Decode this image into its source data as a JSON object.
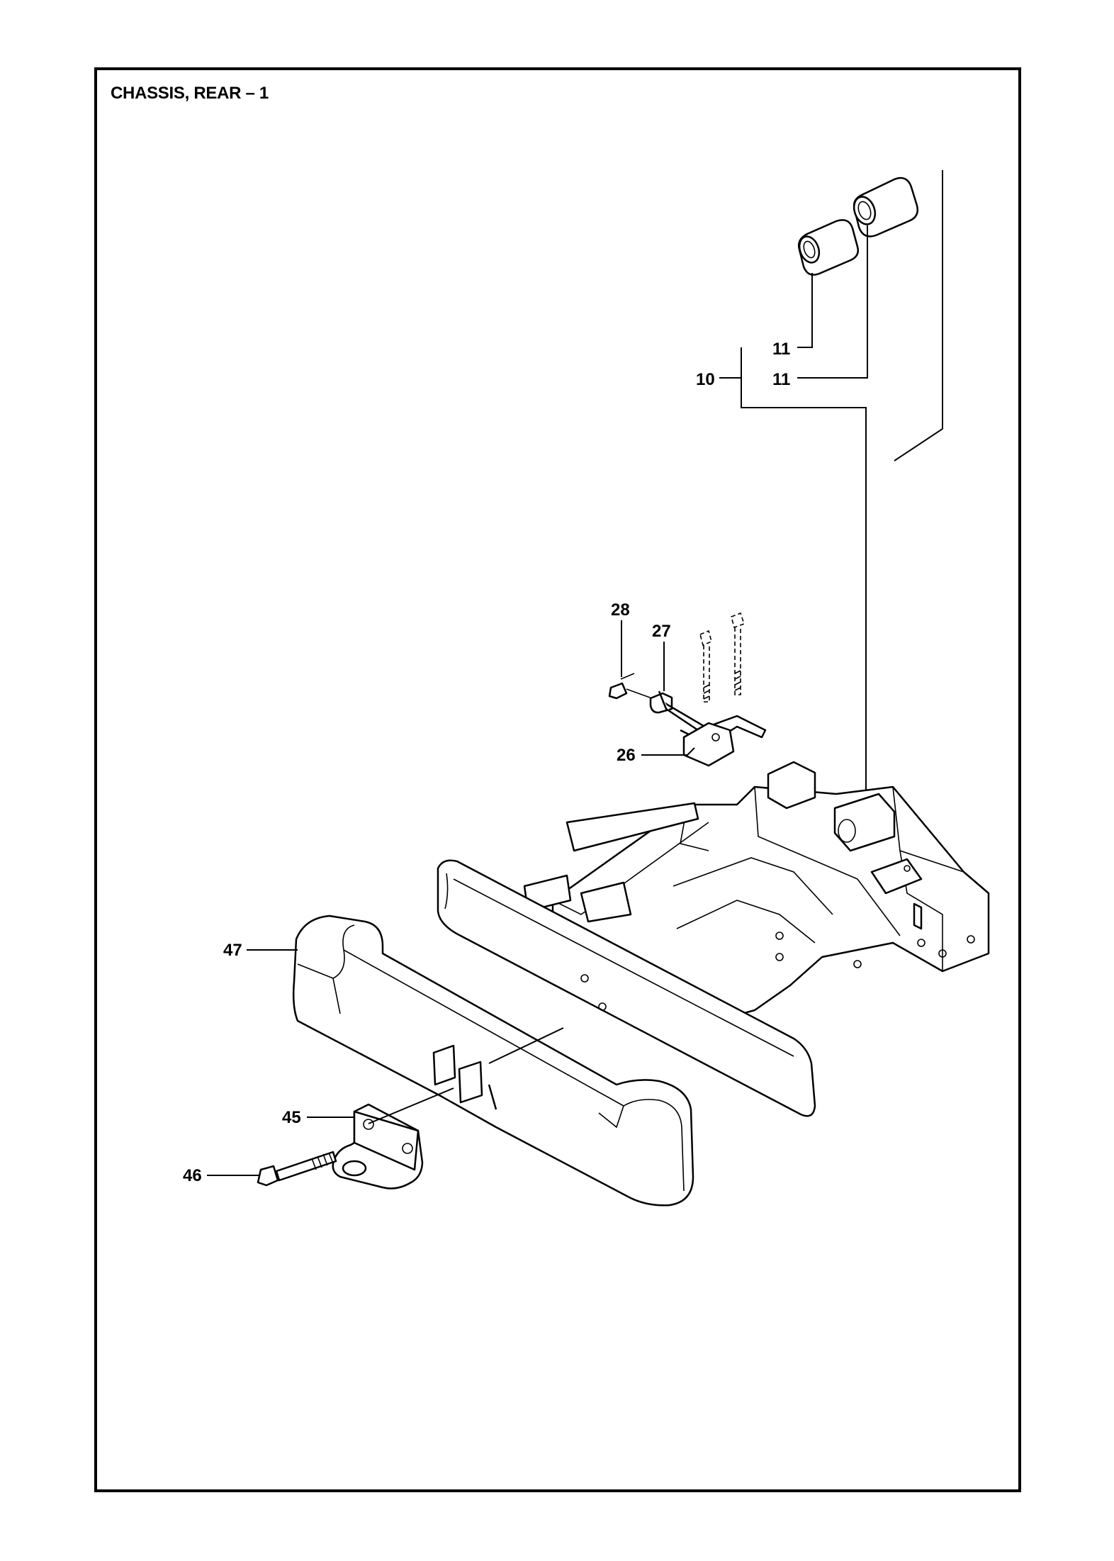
{
  "page": {
    "title": "CHASSIS, REAR – 1"
  },
  "callouts": [
    {
      "id": "11a",
      "label": "11"
    },
    {
      "id": "11b",
      "label": "11"
    },
    {
      "id": "10",
      "label": "10"
    },
    {
      "id": "28",
      "label": "28"
    },
    {
      "id": "27",
      "label": "27"
    },
    {
      "id": "26",
      "label": "26"
    },
    {
      "id": "47",
      "label": "47"
    },
    {
      "id": "45",
      "label": "45"
    },
    {
      "id": "46",
      "label": "46"
    }
  ]
}
